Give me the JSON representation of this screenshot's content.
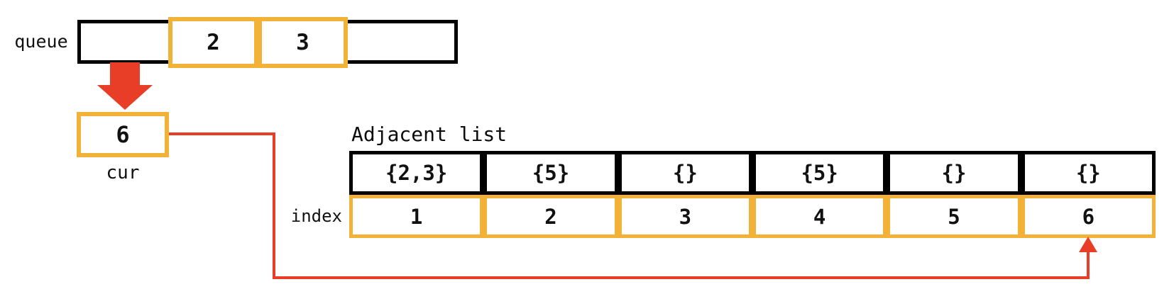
{
  "colors": {
    "highlight_yellow": "#F2B237",
    "arrow_red": "#E83E28",
    "outline_black": "#000000"
  },
  "queue": {
    "label": "queue",
    "cells": [
      "",
      "2",
      "3",
      ""
    ]
  },
  "cur": {
    "value": "6",
    "label": "cur"
  },
  "adjacency": {
    "title": "Adjacent list",
    "index_label": "index",
    "lists": [
      "{2,3}",
      "{5}",
      "{}",
      "{5}",
      "{}",
      "{}"
    ],
    "indices": [
      "1",
      "2",
      "3",
      "4",
      "5",
      "6"
    ]
  },
  "icons": {
    "dequeue_arrow": "red-down-block-arrow",
    "index_pointer": "red-up-arrow-connector"
  }
}
